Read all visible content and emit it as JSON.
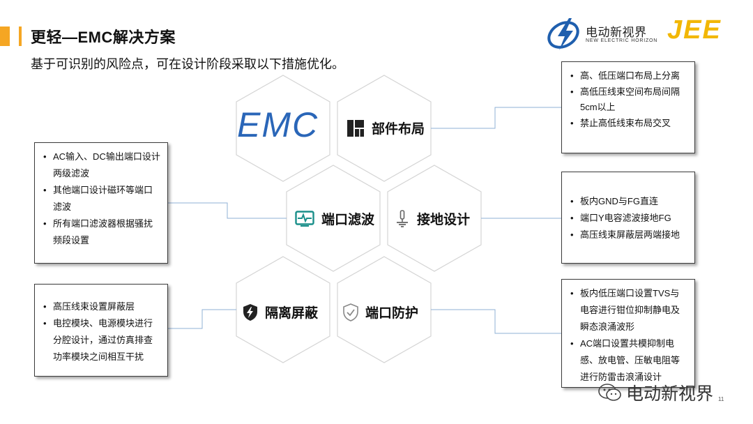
{
  "header": {
    "title": "更轻—EMC解决方案",
    "subtitle": "基于可识别的风险点，可在设计阶段采取以下措施优化。"
  },
  "logo": {
    "name_cn": "电动新视界",
    "name_en": "NEW ELECTRIC HORIZON",
    "mark": "JEE"
  },
  "hexagons": {
    "emc": "EMC",
    "layout": "部件布局",
    "port_filter": "端口滤波",
    "grounding": "接地设计",
    "shielding": "隔离屏蔽",
    "port_protection": "端口防护"
  },
  "boxes": {
    "layout_points": [
      "高、低压端口布局上分离",
      "高低压线束空间布局间隔5cm以上",
      "禁止高低线束布局交叉"
    ],
    "filter_points": [
      "AC输入、DC输出端口设计两级滤波",
      "其他端口设计磁环等端口滤波",
      "所有端口滤波器根据骚扰频段设置"
    ],
    "grounding_points": [
      "板内GND与FG直连",
      "端口Y电容滤波接地FG",
      "高压线束屏蔽层两端接地"
    ],
    "shielding_points": [
      "高压线束设置屏蔽层",
      "电控模块、电源模块进行分腔设计，通过仿真排查功率模块之间相互干扰"
    ],
    "protection_points": [
      "板内低压端口设置TVS与电容进行钳位抑制静电及瞬态浪涌波形",
      "AC端口设置共模抑制电感、放电管、压敏电阻等进行防雷击浪涌设计"
    ]
  },
  "footer": {
    "watermark": "电动新视界",
    "page_number": "11"
  },
  "colors": {
    "accent": "#f5a623",
    "emc_blue": "#2a66b8",
    "logo_blue": "#1f5fae",
    "jee_yellow": "#f2b705",
    "icon_teal": "#1a8f8a"
  }
}
